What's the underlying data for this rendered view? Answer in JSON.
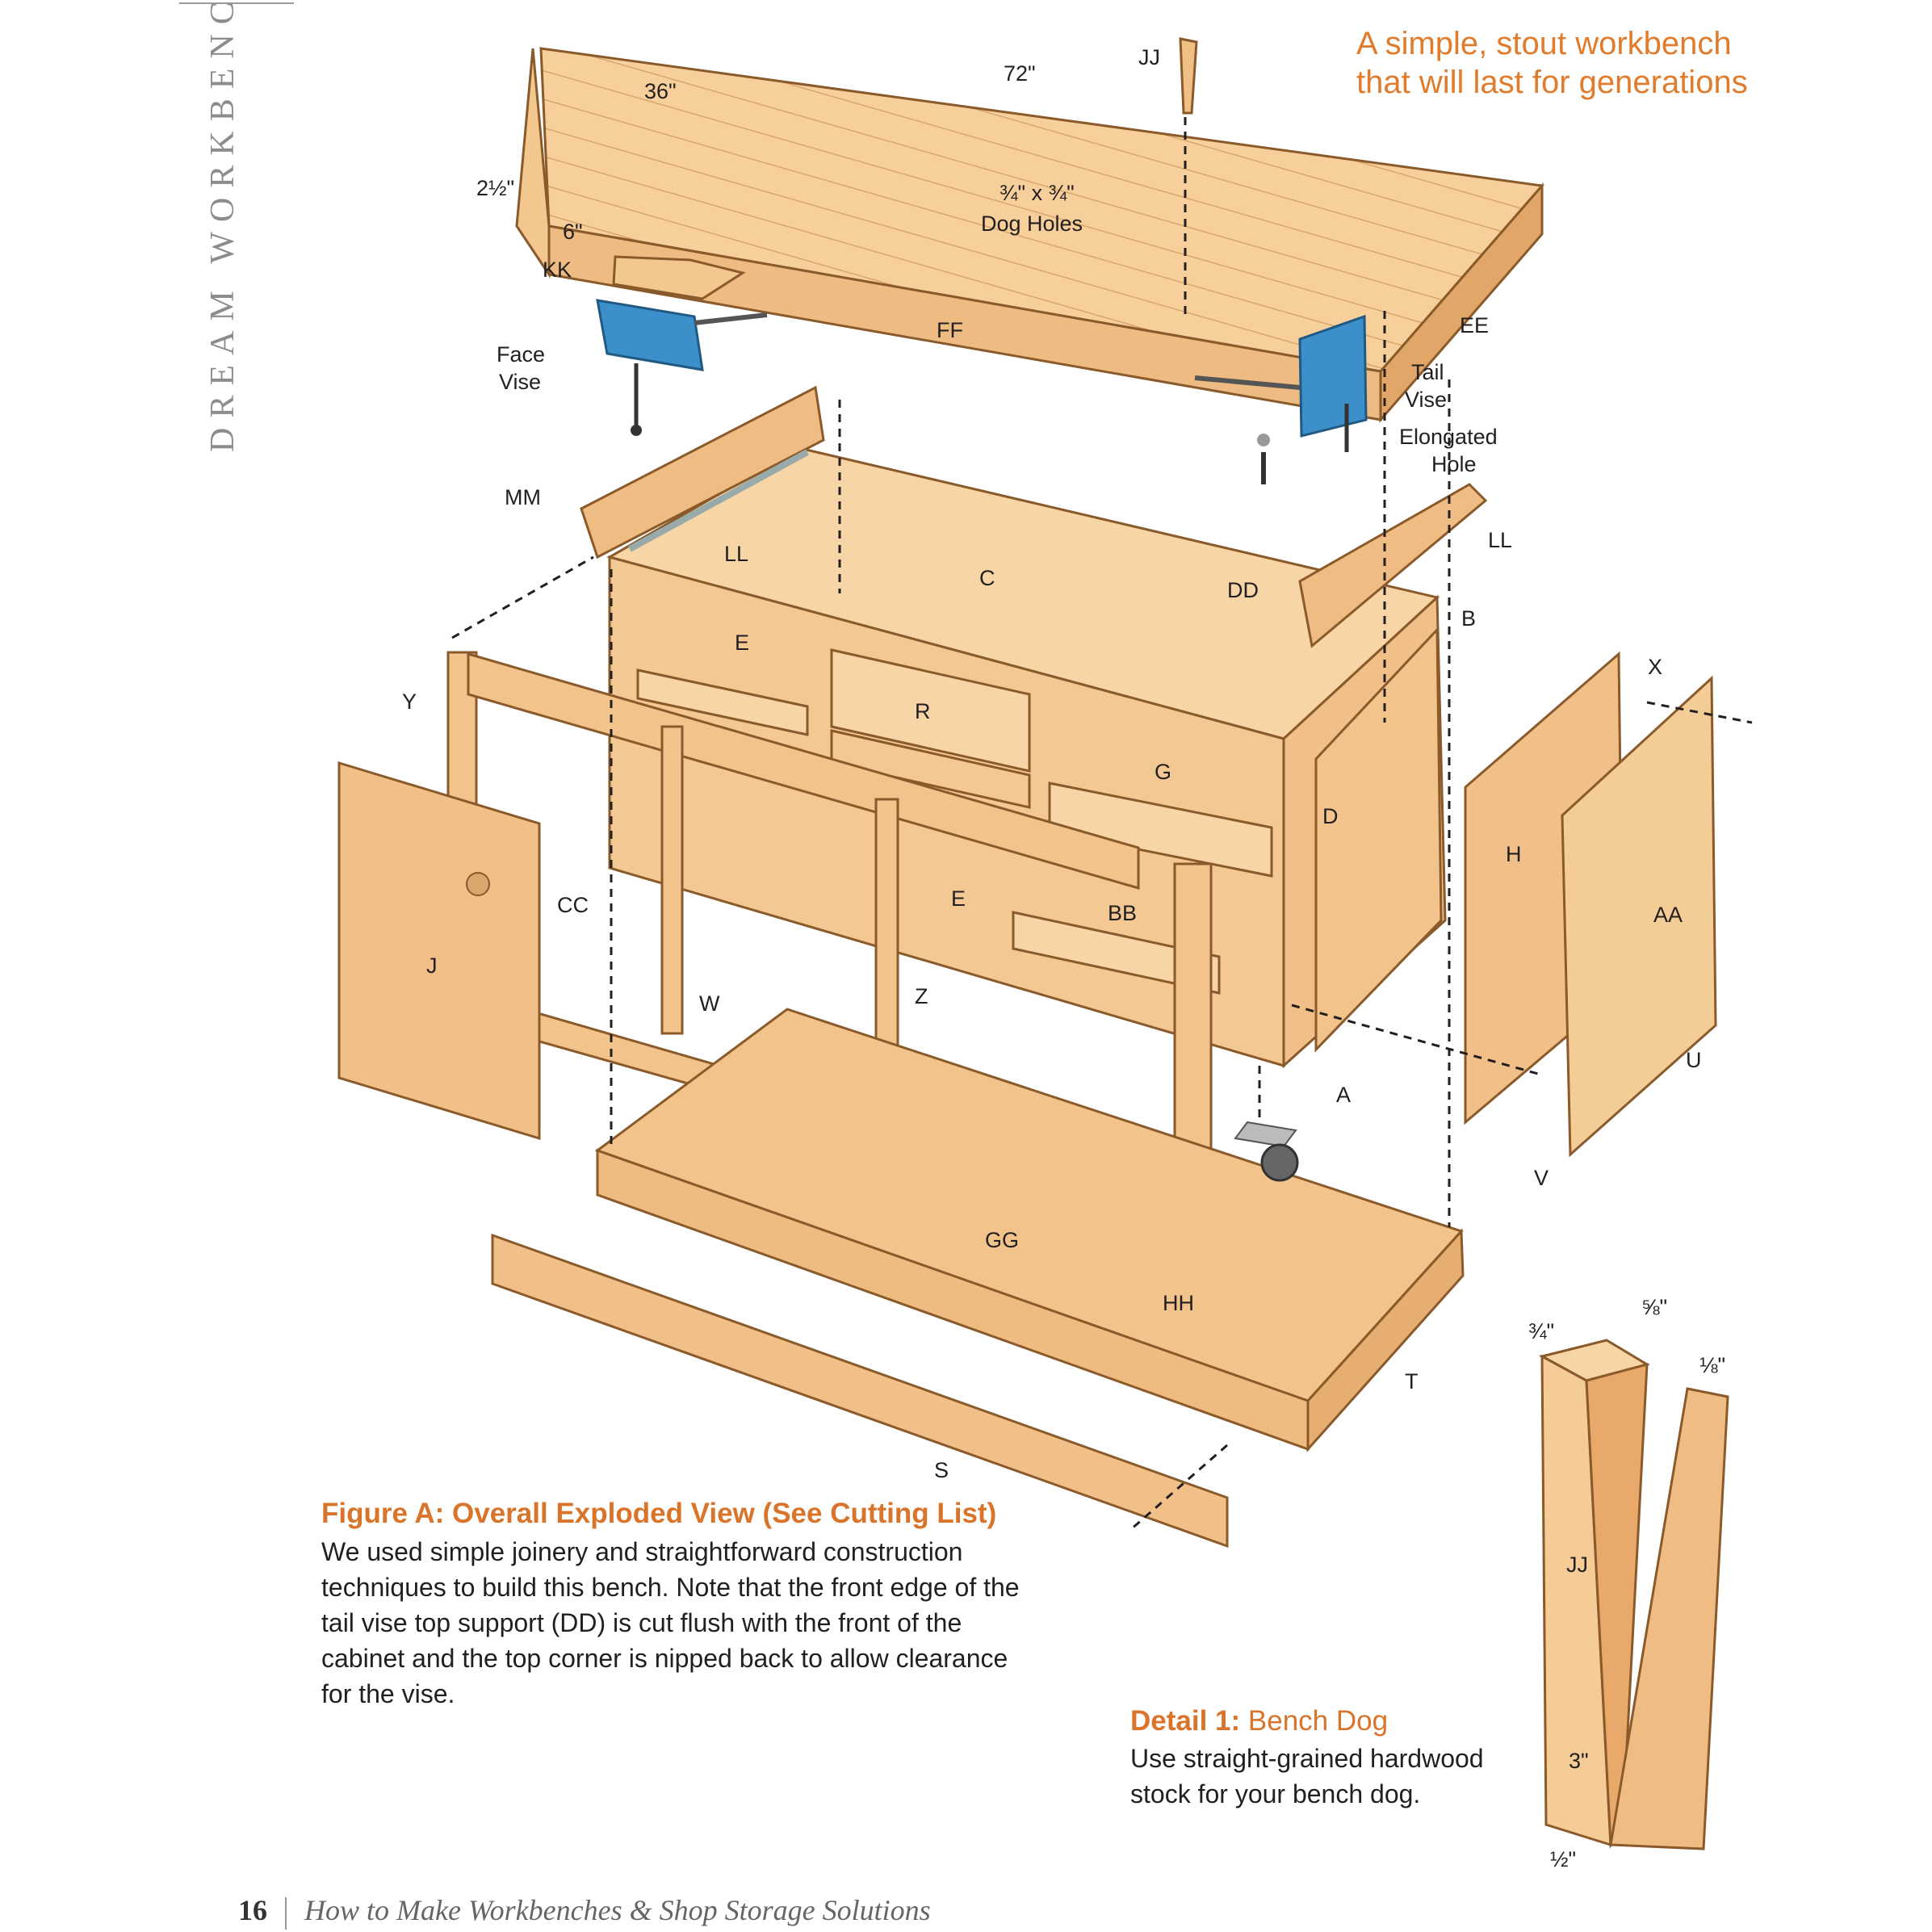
{
  "side_title": "DREAM WORKBENCH",
  "tagline": [
    "A simple, stout workbench",
    "that will last for generations"
  ],
  "labels": {
    "d36": "36\"",
    "d72": "72\"",
    "d212": "2½\"",
    "d6": "6\"",
    "dog_size": "¾\" x ¾\"",
    "dog_holes": "Dog Holes",
    "JJ": "JJ",
    "KK": "KK",
    "FF": "FF",
    "EE": "EE",
    "face_vise_1": "Face",
    "face_vise_2": "Vise",
    "tail_vise_1": "Tail",
    "tail_vise_2": "Vise",
    "elong_1": "Elongated",
    "elong_2": "Hole",
    "MM": "MM",
    "LL": "LL",
    "LL2": "LL",
    "C": "C",
    "DD": "DD",
    "B": "B",
    "E": "E",
    "E2": "E",
    "R": "R",
    "G": "G",
    "D": "D",
    "Y": "Y",
    "CC": "CC",
    "J": "J",
    "BB": "BB",
    "W": "W",
    "Z": "Z",
    "A": "A",
    "H": "H",
    "X": "X",
    "AA": "AA",
    "U": "U",
    "V": "V",
    "GG": "GG",
    "HH": "HH",
    "T": "T",
    "S": "S",
    "det_34": "¾\"",
    "det_58": "⅝\"",
    "det_18": "⅛\"",
    "det_3": "3\"",
    "det_12": "½\"",
    "det_JJ": "JJ"
  },
  "figure": {
    "title": "Figure A: Overall Exploded View (See Cutting List)",
    "body": "We used simple joinery and straightforward construction techniques to build this bench. Note that the front edge of the tail vise top support (DD) is cut flush with the front of the cabinet and the top corner is nipped back to allow clearance for the vise."
  },
  "detail": {
    "title_bold": "Detail 1:",
    "title_rest": " Bench Dog",
    "body": "Use straight-grained hardwood stock for your bench dog."
  },
  "footer": {
    "page": "16",
    "book": "How to Make Workbenches & Shop Storage Solutions"
  },
  "colors": {
    "accent": "#e07c2c",
    "wood": "#f6cf9a",
    "wood_dark": "#e9a96a",
    "vise": "#3d8fc9"
  }
}
